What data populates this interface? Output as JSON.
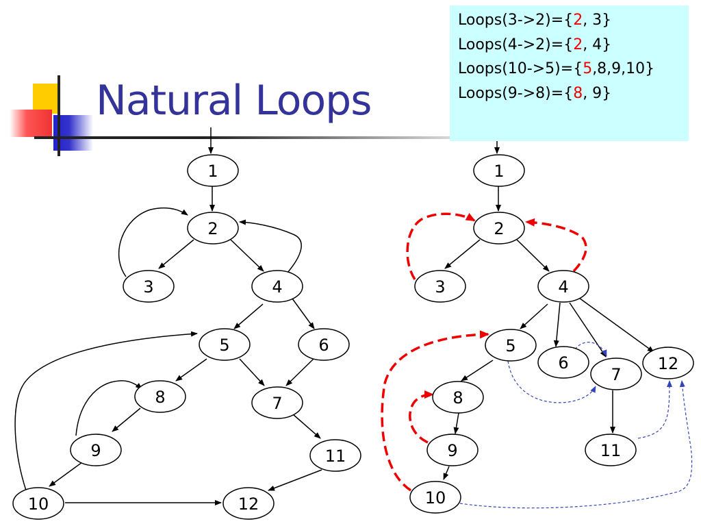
{
  "slide": {
    "title": "Natural Loops"
  },
  "loops_box": {
    "lines": [
      {
        "prefix": "Loops(3->2)={",
        "header": "2",
        "rest": ", 3}"
      },
      {
        "prefix": "Loops(4->2)={",
        "header": "2",
        "rest": ", 4}"
      },
      {
        "prefix": "Loops(10->5)={",
        "header": "5",
        "rest": ",8,9,10}"
      },
      {
        "prefix": "Loops(9->8)={",
        "header": "8",
        "rest": ", 9}"
      }
    ]
  },
  "colors": {
    "title": "#33339a",
    "box_bg": "#ccffff",
    "back_edge": "#ee0000",
    "dom_edge": "#3344bb"
  },
  "left_graph": {
    "nodes": [
      "1",
      "2",
      "3",
      "4",
      "5",
      "6",
      "7",
      "8",
      "9",
      "10",
      "11",
      "12"
    ],
    "edges": [
      [
        "entry",
        "1"
      ],
      [
        "1",
        "2"
      ],
      [
        "2",
        "3"
      ],
      [
        "2",
        "4"
      ],
      [
        "3",
        "2"
      ],
      [
        "4",
        "2"
      ],
      [
        "4",
        "5"
      ],
      [
        "4",
        "6"
      ],
      [
        "5",
        "8"
      ],
      [
        "5",
        "7"
      ],
      [
        "6",
        "7"
      ],
      [
        "8",
        "9"
      ],
      [
        "9",
        "8"
      ],
      [
        "9",
        "10"
      ],
      [
        "10",
        "5"
      ],
      [
        "10",
        "12"
      ],
      [
        "7",
        "11"
      ],
      [
        "11",
        "12"
      ]
    ]
  },
  "right_graph": {
    "nodes": [
      "1",
      "2",
      "3",
      "4",
      "5",
      "6",
      "7",
      "8",
      "9",
      "10",
      "11",
      "12"
    ],
    "tree_edges": [
      [
        "entry",
        "1"
      ],
      [
        "1",
        "2"
      ],
      [
        "2",
        "3"
      ],
      [
        "2",
        "4"
      ],
      [
        "4",
        "5"
      ],
      [
        "4",
        "6"
      ],
      [
        "4",
        "7"
      ],
      [
        "4",
        "12"
      ],
      [
        "5",
        "8"
      ],
      [
        "8",
        "9"
      ],
      [
        "9",
        "10"
      ],
      [
        "7",
        "11"
      ]
    ],
    "back_edges": [
      [
        "3",
        "2"
      ],
      [
        "4",
        "2"
      ],
      [
        "10",
        "5"
      ],
      [
        "9",
        "8"
      ]
    ],
    "other_edges": [
      [
        "5",
        "7"
      ],
      [
        "6",
        "7"
      ],
      [
        "11",
        "12"
      ],
      [
        "10",
        "12"
      ]
    ]
  }
}
